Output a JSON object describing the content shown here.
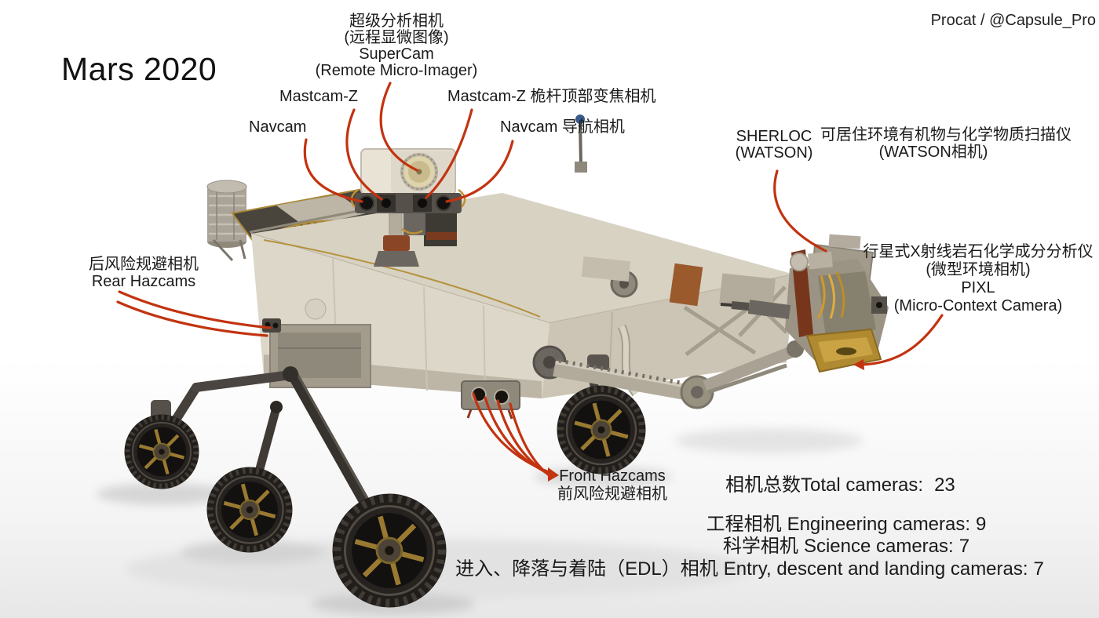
{
  "header": {
    "title": "Mars 2020",
    "credit": "Procat / @Capsule_Pro"
  },
  "callouts": {
    "supercam": {
      "line1": "超级分析相机",
      "line2": "(远程显微图像)",
      "line3": "SuperCam",
      "line4": "(Remote Micro-Imager)"
    },
    "mastcam_left": {
      "text": "Mastcam-Z"
    },
    "mastcam_right": {
      "text": "Mastcam-Z 桅杆顶部变焦相机"
    },
    "navcam_left": {
      "text": "Navcam"
    },
    "navcam_right": {
      "text": "Navcam 导航相机"
    },
    "sherloc": {
      "line1": "SHERLOC",
      "line2": "(WATSON)"
    },
    "sherloc_cn": {
      "line1": "可居住环境有机物与化学物质扫描仪",
      "line2": "(WATSON相机)"
    },
    "pixl": {
      "line1": "行星式X射线岩石化学成分分析仪",
      "line2": "(微型环境相机)",
      "line3": "PIXL",
      "line4": "(Micro-Context Camera)"
    },
    "rear_hazcams": {
      "line1": "后风险规避相机",
      "line2": "Rear Hazcams"
    },
    "front_hazcams": {
      "line1": "Front Hazcams",
      "line2": "前风险规避相机"
    }
  },
  "stats": {
    "total": {
      "cn": "相机总数",
      "en": "Total cameras:",
      "value": "23"
    },
    "engineering": {
      "cn": "工程相机",
      "en": "Engineering cameras:",
      "value": "9"
    },
    "science": {
      "cn": "科学相机",
      "en": "Science cameras:",
      "value": "7"
    },
    "edl": {
      "cn": "进入、降落与着陆（EDL）相机",
      "en": "Entry, descent and landing cameras:",
      "value": "7"
    }
  },
  "colors": {
    "callout_line": "#c23310",
    "text": "#1a1a1a"
  }
}
